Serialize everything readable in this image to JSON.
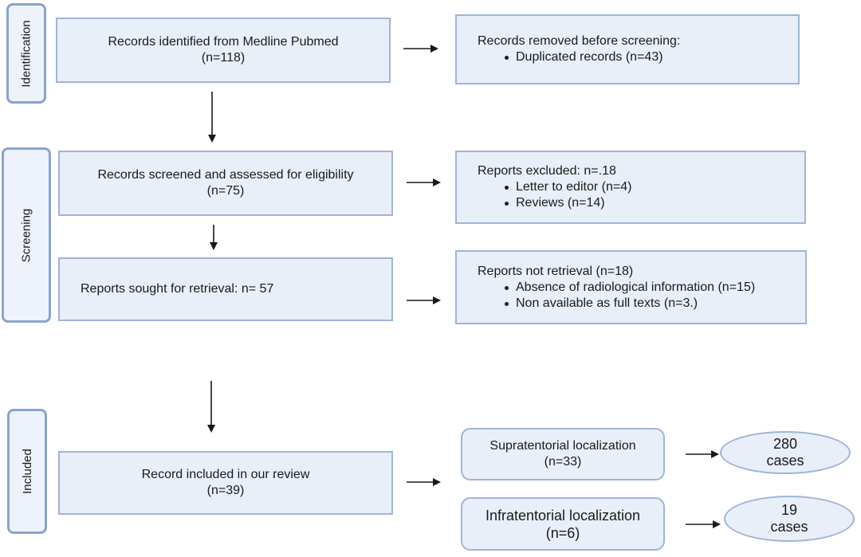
{
  "stages": {
    "identification": "Identification",
    "screening": "Screening",
    "included": "Included"
  },
  "identification_box": {
    "title": "Records identified from Medline Pubmed",
    "count": "(n=118)"
  },
  "removed_box": {
    "title": "Records removed before screening:",
    "items": [
      "Duplicated records (n=43)"
    ]
  },
  "screened_box": {
    "title": "Records screened and assessed for eligibility",
    "count": "(n=75)"
  },
  "excluded_box": {
    "title": "Reports excluded: n=.18",
    "items": [
      "Letter to editor  (n=4)",
      "Reviews (n=14)"
    ]
  },
  "sought_box": {
    "title": "Reports sought for retrieval: n= 57"
  },
  "not_retrieved_box": {
    "title": "Reports not retrieval (n=18)",
    "items": [
      "Absence of radiological information  (n=15)",
      "Non available as full texts (n=3.)"
    ]
  },
  "included_box": {
    "title": "Record  included in our review",
    "count": "(n=39)"
  },
  "supra_box": {
    "title": "Supratentorial localization",
    "count": "(n=33)"
  },
  "infra_box": {
    "title": "Infratentorial localization",
    "count": "(n=6)"
  },
  "supra_cases": {
    "number": "280",
    "label": "cases"
  },
  "infra_cases": {
    "number": "19",
    "label": "cases"
  },
  "colors": {
    "box_fill": "#e9eff8",
    "box_border": "#9fb4d8",
    "stage_border": "#8aa3cf",
    "arrow": "#1a1a1a"
  }
}
